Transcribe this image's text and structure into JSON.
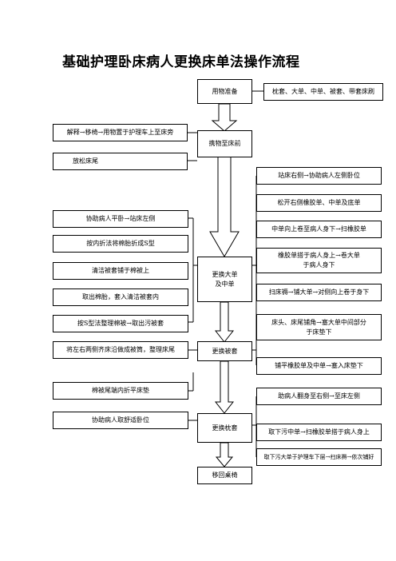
{
  "title": "基础护理卧床病人更换床单法操作流程",
  "center": {
    "prepare": "用物准备",
    "carry": "携物至床前",
    "change_sheet": "更换大单\n及中单",
    "change_quilt": "更换被套",
    "change_pillow": "更换枕套",
    "return_chair": "移回桌椅"
  },
  "right": {
    "items_list": "枕套、大单、中单、被套、带套床刷",
    "r1": "站床右侧→协助病人左侧卧位",
    "r2": "松开右侧橡胶单、中单及底单",
    "r3": "中单向上卷至病人身下→扫橡胶单",
    "r4": "橡胶单搭于病人身上→卷大单\n于病人身下",
    "r5": "扫床褥→铺大单→对侧向上卷于身下",
    "r6": "床头、床尾铺角→塞大单中间部分\n于床垫下",
    "r7": "铺平橡胶单及中单→塞入床垫下",
    "r8": "助病人翻身至右侧→至床左侧",
    "r9": "取下污中单→扫橡胶单搭于病人身上",
    "r10": "取下污大单于护理车下层→扫床褥→依次铺好"
  },
  "left": {
    "l0a": "解释→移椅→用物置于护理车上至床旁",
    "l0b": "放松床尾",
    "l1": "协助病人平卧→站床左侧",
    "l2": "按内折法将棉胎折成S型",
    "l3": "清洁被套铺于棉被上",
    "l4": "取出棉胎，套入清洁被套内",
    "l5": "按S型法整理棉被→取出污被套",
    "l6": "将左右两侧齐床沿做成被筒，整理床尾",
    "l7": "棉被尾端内折平床垫",
    "l8": "协助病人取舒适卧位"
  }
}
